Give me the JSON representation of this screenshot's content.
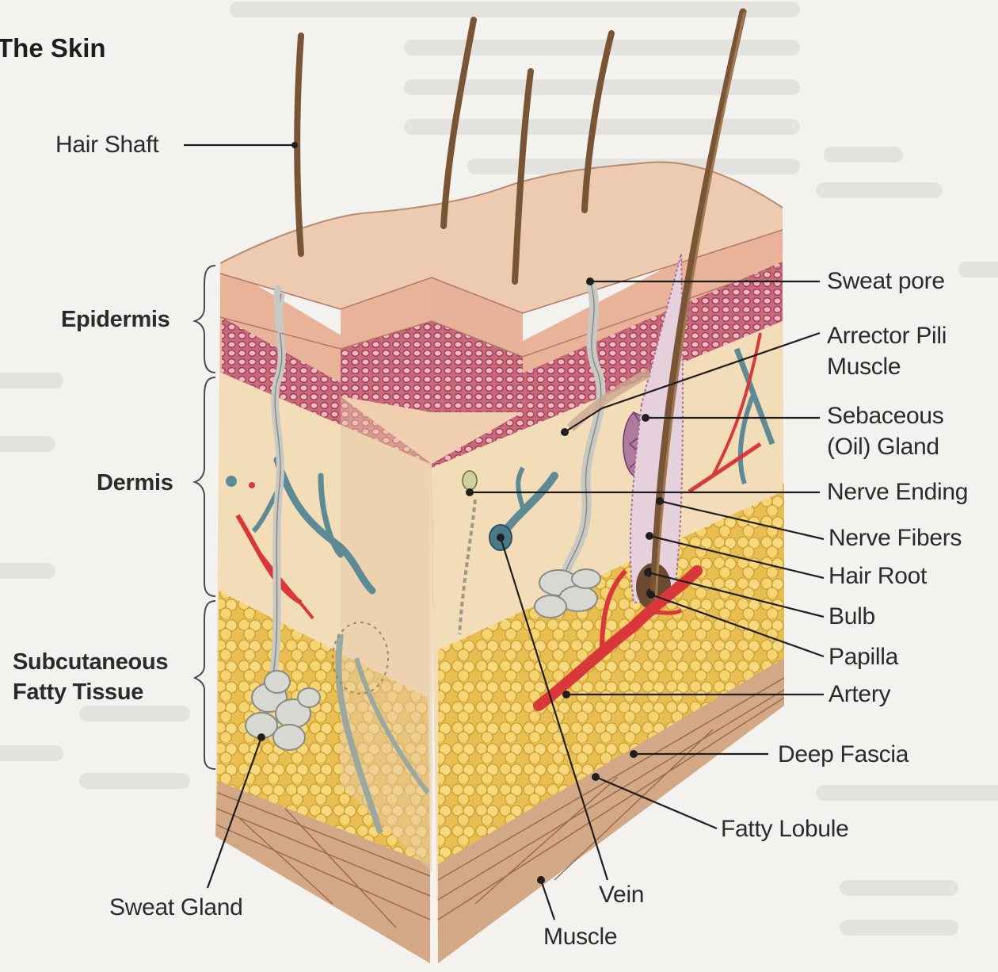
{
  "title": "The Skin",
  "labels": {
    "hair_shaft": "Hair Shaft",
    "epidermis": "Epidermis",
    "dermis": "Dermis",
    "subcutaneous_line1": "Subcutaneous",
    "subcutaneous_line2": "Fatty Tissue",
    "sweat_gland": "Sweat Gland",
    "vein": "Vein",
    "muscle": "Muscle",
    "fatty_lobule": "Fatty Lobule",
    "deep_fascia": "Deep Fascia",
    "artery": "Artery",
    "papilla": "Papilla",
    "bulb": "Bulb",
    "hair_root": "Hair Root",
    "nerve_fibers": "Nerve Fibers",
    "nerve_ending": "Nerve Ending",
    "sebaceous_line1": "Sebaceous",
    "sebaceous_line2": "(Oil) Gland",
    "arrector_line1": "Arrector Pili",
    "arrector_line2": "Muscle",
    "sweat_pore": "Sweat pore"
  },
  "colors": {
    "skin_surface": "#edcbb0",
    "epidermis_band": "#c96a7a",
    "dermis": "#f3ddb8",
    "fat": "#f1c95a",
    "vein": "#5d8a95",
    "artery": "#d9383a",
    "hair": "#7a5535",
    "muscle": "#c79a7a"
  }
}
